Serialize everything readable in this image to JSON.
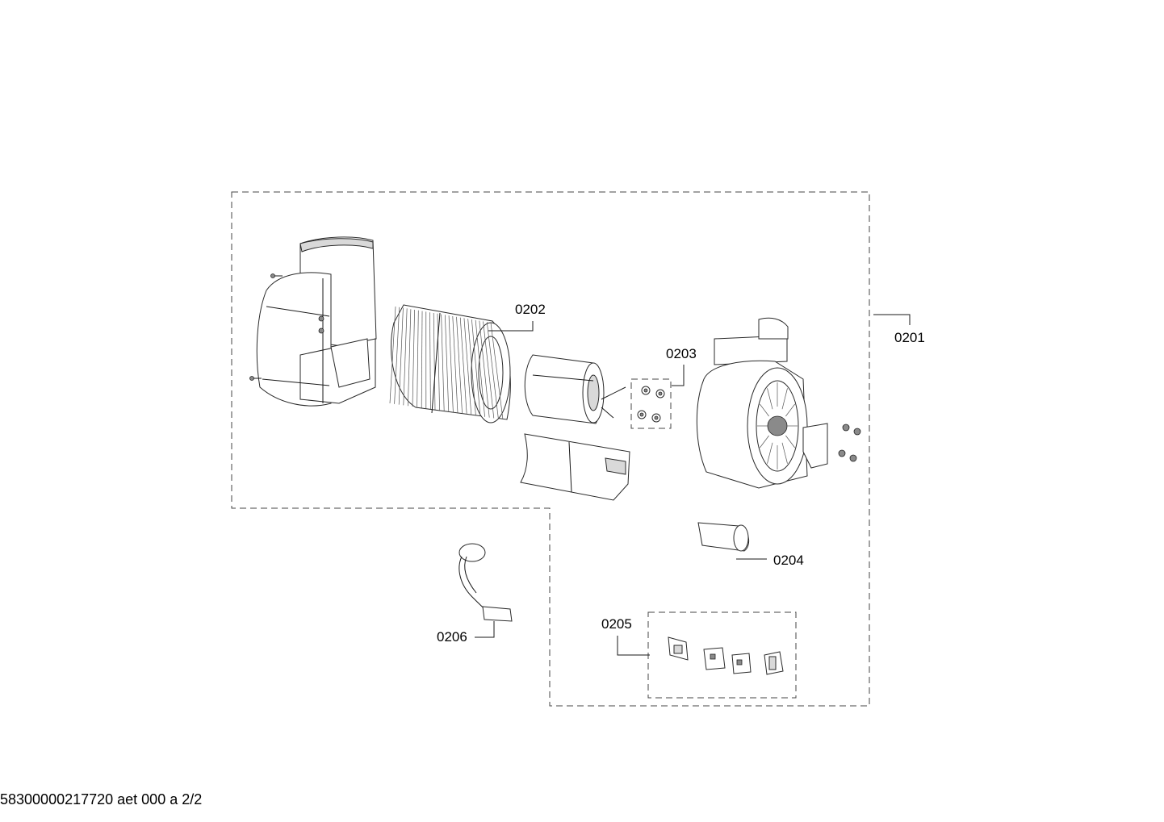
{
  "callouts": {
    "c0201": "0201",
    "c0202": "0202",
    "c0203": "0203",
    "c0204": "0204",
    "c0205": "0205",
    "c0206": "0206"
  },
  "footer": {
    "doc_id": "58300000217720 aet 000 a 2/2"
  }
}
